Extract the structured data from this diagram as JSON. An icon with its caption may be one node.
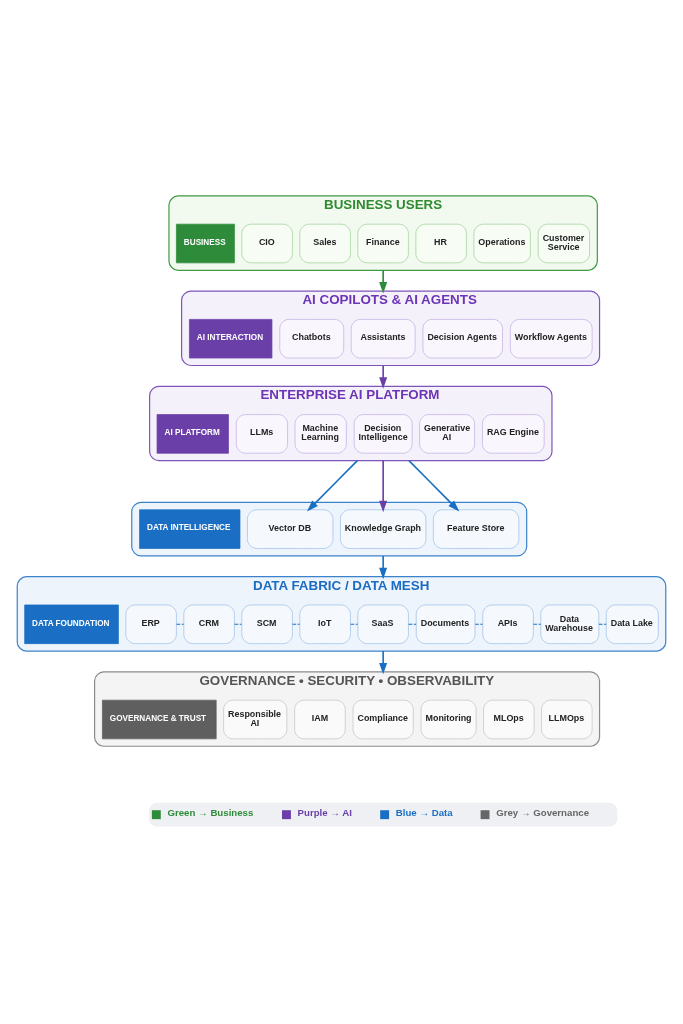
{
  "diagram": {
    "nodes": [
      {
        "text": [
          "BUSINESS USERS"
        ]
      },
      {
        "text": [
          "BUSINESS"
        ],
        "in": 0
      },
      {
        "text": [
          "CIO"
        ],
        "in": 0
      },
      {
        "text": [
          "Sales"
        ],
        "in": 0
      },
      {
        "text": [
          "Finance"
        ],
        "in": 0
      },
      {
        "text": [
          "HR"
        ],
        "in": 0
      },
      {
        "text": [
          "Operations"
        ],
        "in": 0
      },
      {
        "text": [
          "Customer Service"
        ],
        "in": 0
      },
      {
        "text": [
          "AI COPILOTS & AI AGENTS"
        ]
      },
      {
        "text": [
          "AI INTERACTION"
        ],
        "in": 8
      },
      {
        "text": [
          "Chatbots"
        ],
        "in": 8
      },
      {
        "text": [
          "Assistants"
        ],
        "in": 8
      },
      {
        "text": [
          "Decision Agents"
        ],
        "in": 8
      },
      {
        "text": [
          "Workflow Agents"
        ],
        "in": 8
      },
      {
        "text": [
          "ENTERPRISE AI PLATFORM"
        ]
      },
      {
        "text": [
          "AI PLATFORM"
        ],
        "in": 14
      },
      {
        "text": [
          "LLMs"
        ],
        "in": 14
      },
      {
        "text": [
          "Machine Learning"
        ],
        "in": 14
      },
      {
        "text": [
          "Decision Intelligence"
        ],
        "in": 14
      },
      {
        "text": [
          "Generative AI"
        ],
        "in": 14
      },
      {
        "text": [
          "RAG Engine"
        ],
        "in": 14
      },
      {
        "text": [],
        "shape": "box"
      },
      {
        "text": [
          "DATA INTELLIGENCE"
        ],
        "in": 21
      },
      {
        "text": [
          "Vector DB"
        ],
        "in": 21
      },
      {
        "text": [
          "Knowledge Graph"
        ],
        "in": 21
      },
      {
        "text": [
          "Feature Store"
        ],
        "in": 21
      },
      {
        "text": [
          "DATA FABRIC / DATA MESH"
        ]
      },
      {
        "text": [
          "DATA FOUNDATION"
        ],
        "in": 26
      },
      {
        "text": [
          "ERP"
        ],
        "in": 26
      },
      {
        "text": [
          "CRM"
        ],
        "in": 26
      },
      {
        "text": [
          "SCM"
        ],
        "in": 26
      },
      {
        "text": [
          "IoT"
        ],
        "in": 26
      },
      {
        "text": [
          "SaaS"
        ],
        "in": 26
      },
      {
        "text": [
          "Documents"
        ],
        "in": 26
      },
      {
        "text": [
          "APIs"
        ],
        "in": 26
      },
      {
        "text": [
          "Data Warehouse"
        ],
        "in": 26
      },
      {
        "text": [
          "Data Lake"
        ],
        "in": 26
      },
      {
        "text": [
          "GOVERNANCE • SECURITY • OBSERVABILITY"
        ]
      },
      {
        "text": [
          "GOVERNANCE & TRUST"
        ],
        "in": 37
      },
      {
        "text": [
          "Responsible AI"
        ],
        "in": 37
      },
      {
        "text": [
          "IAM"
        ],
        "in": 37
      },
      {
        "text": [
          "Compliance"
        ],
        "in": 37
      },
      {
        "text": [
          "Monitoring"
        ],
        "in": 37
      },
      {
        "text": [
          "MLOps"
        ],
        "in": 37
      },
      {
        "text": [
          "LLMOps"
        ],
        "in": 37
      }
    ],
    "edges": [
      {
        "from": 0,
        "to": 8,
        "arrow": "to",
        "color": "#2e8b3a"
      },
      {
        "from": 8,
        "to": 14,
        "arrow": "to",
        "color": "#6b3fa8"
      },
      {
        "from": 14,
        "to": 23,
        "arrow": "to"
      },
      {
        "from": 14,
        "to": 24,
        "arrow": "to",
        "color": "#6b3fa8"
      },
      {
        "from": 14,
        "to": 25,
        "arrow": "to"
      },
      {
        "from": 21,
        "to": 26,
        "arrow": "to"
      },
      {
        "from": 26,
        "to": 37,
        "arrow": "to"
      },
      {
        "from": 28,
        "to": 29,
        "arrow": "none",
        "style": "dashed"
      },
      {
        "from": 29,
        "to": 30,
        "arrow": "none",
        "style": "dashed"
      },
      {
        "from": 30,
        "to": 31,
        "arrow": "none",
        "style": "dashed"
      },
      {
        "from": 31,
        "to": 32,
        "arrow": "none",
        "style": "dashed"
      },
      {
        "from": 32,
        "to": 33,
        "arrow": "none",
        "style": "dashed"
      },
      {
        "from": 33,
        "to": 34,
        "arrow": "none",
        "style": "dashed"
      },
      {
        "from": 34,
        "to": 35,
        "arrow": "none",
        "style": "dashed"
      },
      {
        "from": 35,
        "to": 36,
        "arrow": "none",
        "style": "dashed"
      }
    ],
    "legend": [
      {
        "text": "Green → Business",
        "color": "#2e8b3a"
      },
      {
        "text": "Purple → AI",
        "color": "#6b3fa8"
      },
      {
        "text": "Blue → Data",
        "color": "#1a6fc4"
      },
      {
        "text": "Grey → Governance",
        "color": "#666666"
      }
    ]
  }
}
